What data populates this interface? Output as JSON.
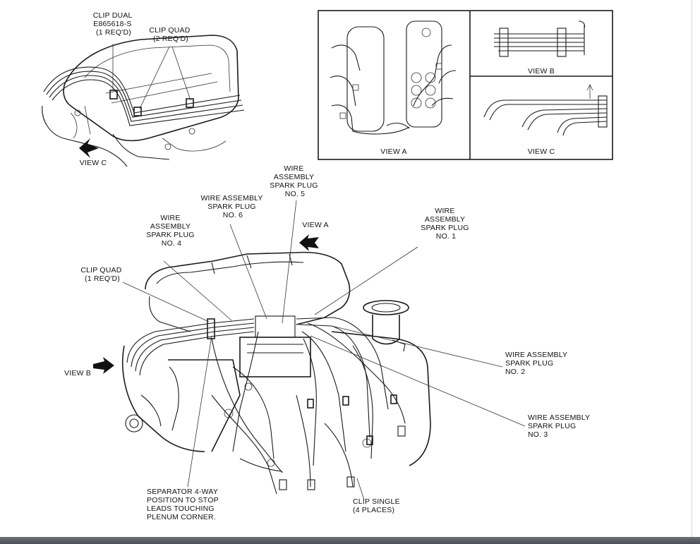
{
  "labels": {
    "clip_dual": [
      "CLIP DUAL",
      "E865618-S",
      "(1 REQ'D)"
    ],
    "clip_quad_top": [
      "CLIP QUAD",
      "(2 REQ'D)"
    ],
    "view_c_arrow": "VIEW C",
    "view_a_caption": "VIEW A",
    "view_b_caption": "VIEW B",
    "view_c_caption": "VIEW C",
    "wire_5": [
      "WIRE",
      "ASSEMBLY",
      "SPARK PLUG",
      "NO. 5"
    ],
    "wire_6": [
      "WIRE ASSEMBLY",
      "SPARK PLUG",
      "NO. 6"
    ],
    "view_a_arrow": "VIEW A",
    "wire_4": [
      "WIRE",
      "ASSEMBLY",
      "SPARK PLUG",
      "NO. 4"
    ],
    "wire_1": [
      "WIRE",
      "ASSEMBLY",
      "SPARK PLUG",
      "NO. 1"
    ],
    "clip_quad_main": [
      "CLIP QUAD",
      "(1 REQ'D)"
    ],
    "wire_2": [
      "WIRE ASSEMBLY",
      "SPARK PLUG",
      "NO. 2"
    ],
    "view_b_arrow": "VIEW B",
    "wire_3": [
      "WIRE ASSEMBLY",
      "SPARK PLUG",
      "NO. 3"
    ],
    "separator": [
      "SEPARATOR 4-WAY",
      "POSITION TO STOP",
      "LEADS TOUCHING",
      "PLENUM CORNER."
    ],
    "clip_single": [
      "CLIP SINGLE",
      "(4 PLACES)"
    ]
  }
}
